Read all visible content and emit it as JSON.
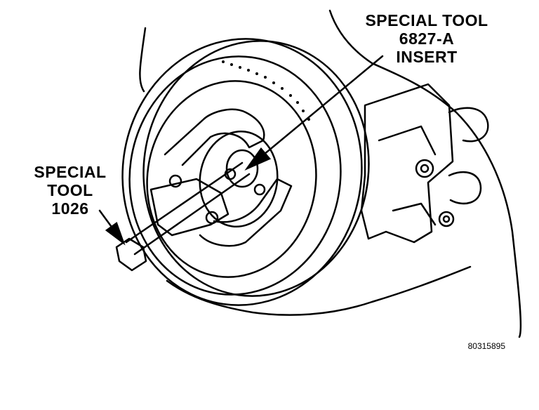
{
  "callouts": {
    "insert_tool": {
      "lines": [
        "SPECIAL TOOL",
        "6827-A",
        "INSERT"
      ]
    },
    "puller_tool": {
      "lines": [
        "SPECIAL",
        "TOOL",
        "1026"
      ]
    }
  },
  "figure_id": "80315895",
  "colors": {
    "ink": "#000000",
    "paper": "#ffffff"
  }
}
